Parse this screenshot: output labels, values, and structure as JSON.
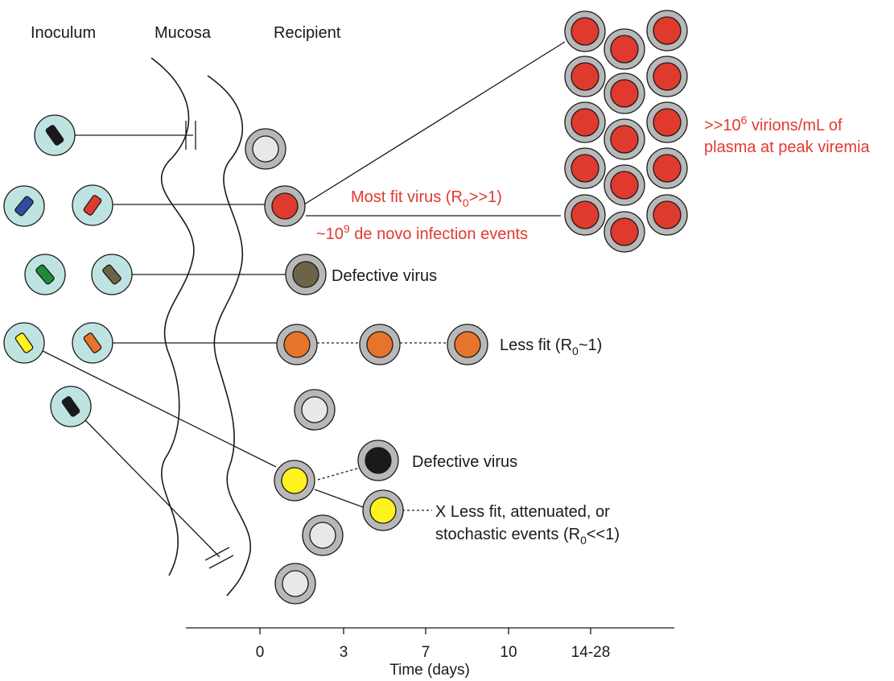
{
  "headers": {
    "inoculum": "Inoculum",
    "mucosa": "Mucosa",
    "recipient": "Recipient"
  },
  "labels": {
    "most_fit": "Most fit virus (R",
    "most_fit_sub": "0",
    "most_fit_tail": ">>1)",
    "infection_pre": "~10",
    "infection_sup": "9",
    "infection_tail": " de novo infection events",
    "viremia_line1_pre": ">>10",
    "viremia_line1_sup": "6",
    "viremia_line1_tail": " virions/mL of",
    "viremia_line2": "plasma at peak viremia",
    "defective_1": "Defective virus",
    "less_fit_pre": "Less fit (R",
    "less_fit_sub": "0",
    "less_fit_tail": "~1)",
    "defective_2": "Defective virus",
    "attenuated_line1": "X Less fit, attenuated, or",
    "attenuated_line2_pre": "stochastic events (R",
    "attenuated_line2_sub": "0",
    "attenuated_line2_tail": "<<1)"
  },
  "axis": {
    "title": "Time (days)",
    "ticks": [
      "0",
      "3",
      "7",
      "10",
      "14-28"
    ]
  },
  "colors": {
    "red": "#e03a2f",
    "orange": "#e6742a",
    "yellow": "#fff21f",
    "black": "#1a1a1a",
    "olive": "#6b6446",
    "gray_ring": "#b8b8b8",
    "pale_cell": "#e8e8ea",
    "inoculum_bg": "#bfe3e1"
  }
}
